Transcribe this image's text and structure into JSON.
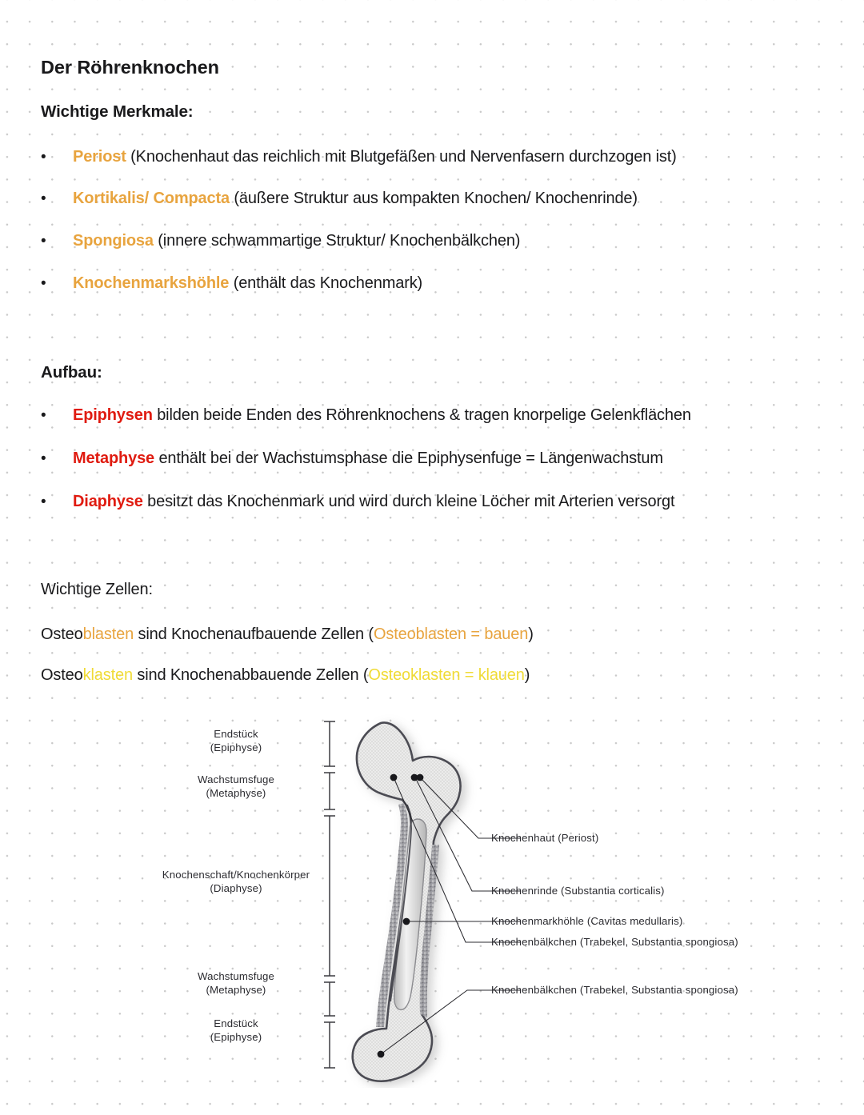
{
  "document": {
    "title": "Der Röhrenknochen"
  },
  "sections": {
    "merkmale": {
      "heading": "Wichtige Merkmale:",
      "bullet_marker": "•",
      "items": [
        {
          "term": "Periost",
          "term_color": "#e8a43f",
          "rest": " (Knochenhaut das reichlich mit Blutgefäßen und Nervenfasern durchzogen ist)"
        },
        {
          "term": "Kortikalis/ Compacta",
          "term_color": "#e8a43f",
          "rest": " (äußere Struktur aus kompakten Knochen/ Knochenrinde)"
        },
        {
          "term": "Spongiosa",
          "term_color": "#e8a43f",
          "rest": " (innere schwammartige Struktur/ Knochenbälkchen)"
        },
        {
          "term": "Knochenmarkshöhle",
          "term_color": "#e8a43f",
          "rest": " (enthält das Knochenmark)"
        }
      ]
    },
    "aufbau": {
      "heading": "Aufbau:",
      "bullet_marker": "•",
      "items": [
        {
          "term": "Epiphysen",
          "term_color": "#e01b10",
          "rest": " bilden beide Enden des Röhrenknochens & tragen knorpelige Gelenkflächen"
        },
        {
          "term": "Metaphyse",
          "term_color": "#e01b10",
          "rest": " enthält bei der Wachstumsphase die Epiphysenfuge = Längenwachstum"
        },
        {
          "term": "Diaphyse",
          "term_color": "#e01b10",
          "rest": " besitzt das Knochenmark und wird durch kleine Löcher mit Arterien versorgt"
        }
      ]
    },
    "zellen": {
      "heading": "Wichtige Zellen:",
      "line1": {
        "p1": "Osteo",
        "p2": "blasten",
        "p2_color": "#e8a43f",
        "p3": " sind Knochenaufbauende Zellen (",
        "p4": "Osteoblasten = bauen",
        "p4_color": "#e8a43f",
        "p5": ")"
      },
      "line2": {
        "p1": "Osteo",
        "p2": "klasten",
        "p2_color": "#f0db36",
        "p3": " sind Knochenabbauende Zellen (",
        "p4": "Osteoklasten = klauen",
        "p4_color": "#f0db36",
        "p5": ")"
      }
    }
  },
  "figure": {
    "name": "roehrenknochen-femur-diagram",
    "left_labels": [
      {
        "line1": "Endstück",
        "line2": "(Epiphyse)"
      },
      {
        "line1": "Wachstumsfuge",
        "line2": "(Metaphyse)"
      },
      {
        "line1": "Knochenschaft/Knochenkörper",
        "line2": "(Diaphyse)"
      },
      {
        "line1": "Wachstumsfuge",
        "line2": "(Metaphyse)"
      },
      {
        "line1": "Endstück",
        "line2": "(Epiphyse)"
      }
    ],
    "right_labels": [
      "Knochenhaut (Periost)",
      "Knochenrinde (Substantia corticalis)",
      "Knochenbälkchen (Trabekel, Substantia spongiosa)",
      "Knochenmarkhöhle (Cavitas medullaris)",
      "Knochenbälkchen (Trabekel, Substantia spongiosa)"
    ]
  },
  "colors": {
    "orange": "#e8a43f",
    "red": "#e01b10",
    "yellow": "#f0db36",
    "ink": "#1a1a1c",
    "figure_ink": "#2b2b30",
    "bone_fill": "#dcdcdc",
    "bone_outline": "#55555c",
    "marrow": "#cfcfcf"
  }
}
